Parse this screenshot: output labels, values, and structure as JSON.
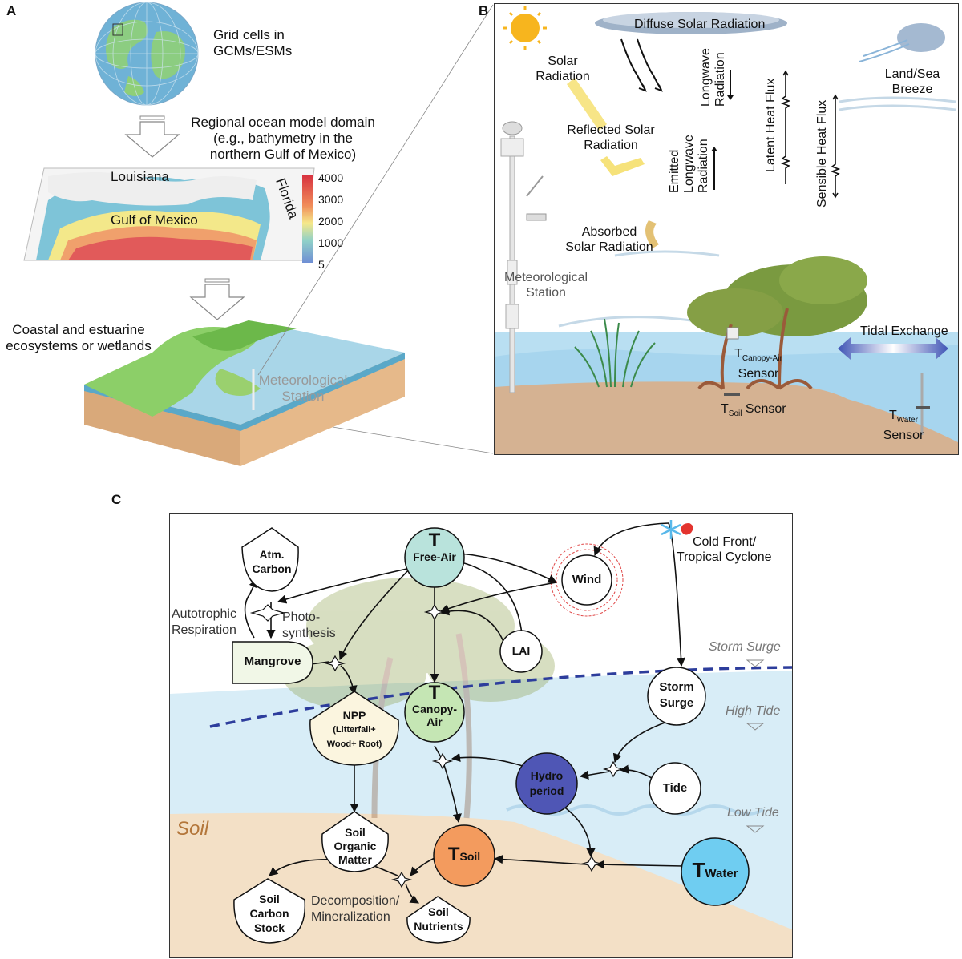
{
  "panels": {
    "a": "A",
    "b": "B",
    "c": "C"
  },
  "panel_a": {
    "globe_label": [
      "Grid cells in",
      "GCMs/ESMs"
    ],
    "domain_label": [
      "Regional ocean model domain",
      "(e.g., bathymetry in the",
      "northern Gulf of Mexico)"
    ],
    "map_labels": {
      "louisiana": "Louisiana",
      "gulf": "Gulf of Mexico",
      "florida": "Florida"
    },
    "colorbar_ticks": [
      "4000",
      "3000",
      "2000",
      "1000",
      "5"
    ],
    "ecosystem_label": [
      "Coastal and estuarine",
      "ecosystems or wetlands"
    ],
    "met_station": [
      "Meteorological",
      "Station"
    ]
  },
  "panel_b": {
    "diffuse": "Diffuse Solar Radiation",
    "solar": [
      "Solar",
      "Radiation"
    ],
    "reflected": [
      "Reflected Solar",
      "Radiation"
    ],
    "absorbed": [
      "Absorbed",
      "Solar Radiation"
    ],
    "longwave": [
      "Longwave",
      "Radiation"
    ],
    "emitted": [
      "Emitted",
      "Longwave",
      "Radiation"
    ],
    "latent": "Latent Heat Flux",
    "sensible": "Sensible Heat Flux",
    "breeze": [
      "Land/Sea",
      "Breeze"
    ],
    "met_station": [
      "Meteorological",
      "Station"
    ],
    "tidal": "Tidal Exchange",
    "canopy_sensor": {
      "t": "T",
      "sub": "Canopy-Air",
      "word": "Sensor"
    },
    "soil_sensor": {
      "t": "T",
      "sub": "Soil",
      "word": " Sensor"
    },
    "water_sensor": {
      "t": "T",
      "sub": "Water",
      "word": "Sensor"
    }
  },
  "panel_c": {
    "nodes": {
      "free_air": {
        "t": "T",
        "label": "Free-Air"
      },
      "wind": "Wind",
      "lai": "LAI",
      "canopy_air": {
        "t": "T",
        "label": [
          "Canopy-",
          "Air"
        ]
      },
      "storm_surge": [
        "Storm",
        "Surge"
      ],
      "tide": "Tide",
      "hydroperiod": [
        "Hydro",
        "period"
      ],
      "t_soil": {
        "t": "T",
        "label": "Soil"
      },
      "t_water": {
        "t": "T",
        "label": "Water"
      },
      "atm_carbon": [
        "Atm.",
        "Carbon"
      ],
      "mangrove": "Mangrove",
      "npp": [
        "NPP",
        "(Litterfall+",
        "Wood+ Root)"
      ],
      "som": [
        "Soil",
        "Organic",
        "Matter"
      ],
      "soil_carbon": [
        "Soil",
        "Carbon",
        "Stock"
      ],
      "soil_nutrients": [
        "Soil",
        "Nutrients"
      ]
    },
    "labels": {
      "cold_front": [
        "Cold Front/",
        "Tropical Cyclone"
      ],
      "autotrophic": [
        "Autotrophic",
        "Respiration"
      ],
      "photosynthesis": [
        "Photo-",
        "synthesis"
      ],
      "decomposition": [
        "Decomposition/",
        "Mineralization"
      ],
      "storm_surge_level": "Storm Surge",
      "high_tide": "High Tide",
      "low_tide": "Low Tide",
      "soil": "Soil"
    },
    "colors": {
      "free_air": "#b9e3dc",
      "canopy_air": "#c5e6b4",
      "hydroperiod": "#4f56b5",
      "t_soil": "#f39b5e",
      "t_water": "#6fcdf1",
      "npp": "#fbf5df",
      "mangrove": "#f1f7e7",
      "soil_bg": "#f3e0c6",
      "water_bg": "#d8edf7"
    }
  }
}
